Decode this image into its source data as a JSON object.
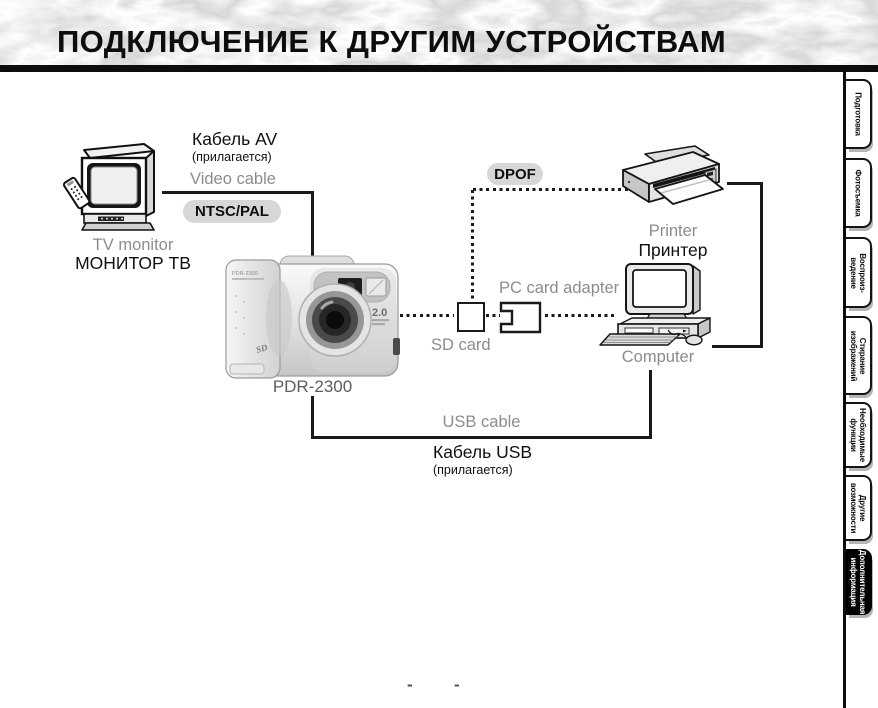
{
  "header": {
    "title": "ПОДКЛЮЧЕНИЕ К ДРУГИМ УСТРОЙСТВАМ"
  },
  "sidebar": {
    "tabs": [
      {
        "label": "Подготовка",
        "active": false
      },
      {
        "label": "Фотосъемка",
        "active": false
      },
      {
        "label": "Воспроиз-\nведение",
        "active": false
      },
      {
        "label": "Стирание\nизображений",
        "active": false
      },
      {
        "label": "Необходимые\nфункции",
        "active": false
      },
      {
        "label": "Другие\nвозможности",
        "active": false
      },
      {
        "label": "Дополнительная\nинформация",
        "active": true
      }
    ]
  },
  "diagram": {
    "av_cable": {
      "label_ru": "Кабель AV",
      "note": "(прилагается)",
      "label_en": "Video cable",
      "badge": "NTSC/PAL"
    },
    "tv": {
      "label_en": "TV monitor",
      "label_ru": "МОНИТОР ТВ"
    },
    "camera": {
      "caption": "PDR-2300",
      "grip_print": "PDR-2300",
      "mp_badge": "2.0",
      "sd_logo": "SD"
    },
    "dpof": {
      "badge": "DPOF"
    },
    "printer": {
      "label_en": "Printer",
      "label_ru": "Принтер"
    },
    "sd_card": {
      "label": "SD card"
    },
    "pc_card_adapter": {
      "label": "PC card adapter"
    },
    "computer": {
      "label": "Computer"
    },
    "usb_cable": {
      "label_en": "USB cable",
      "label_ru": "Кабель USB",
      "note": "(прилагается)"
    }
  },
  "footer": {
    "dash_left": "-",
    "dash_right": "-"
  },
  "colors": {
    "line": "#1a1a1a",
    "badge_bg": "#d7d7d7",
    "label_gray": "#8c8c8c",
    "label_black": "#111111",
    "active_tab_bg": "#000000",
    "active_tab_text": "#ffffff"
  }
}
